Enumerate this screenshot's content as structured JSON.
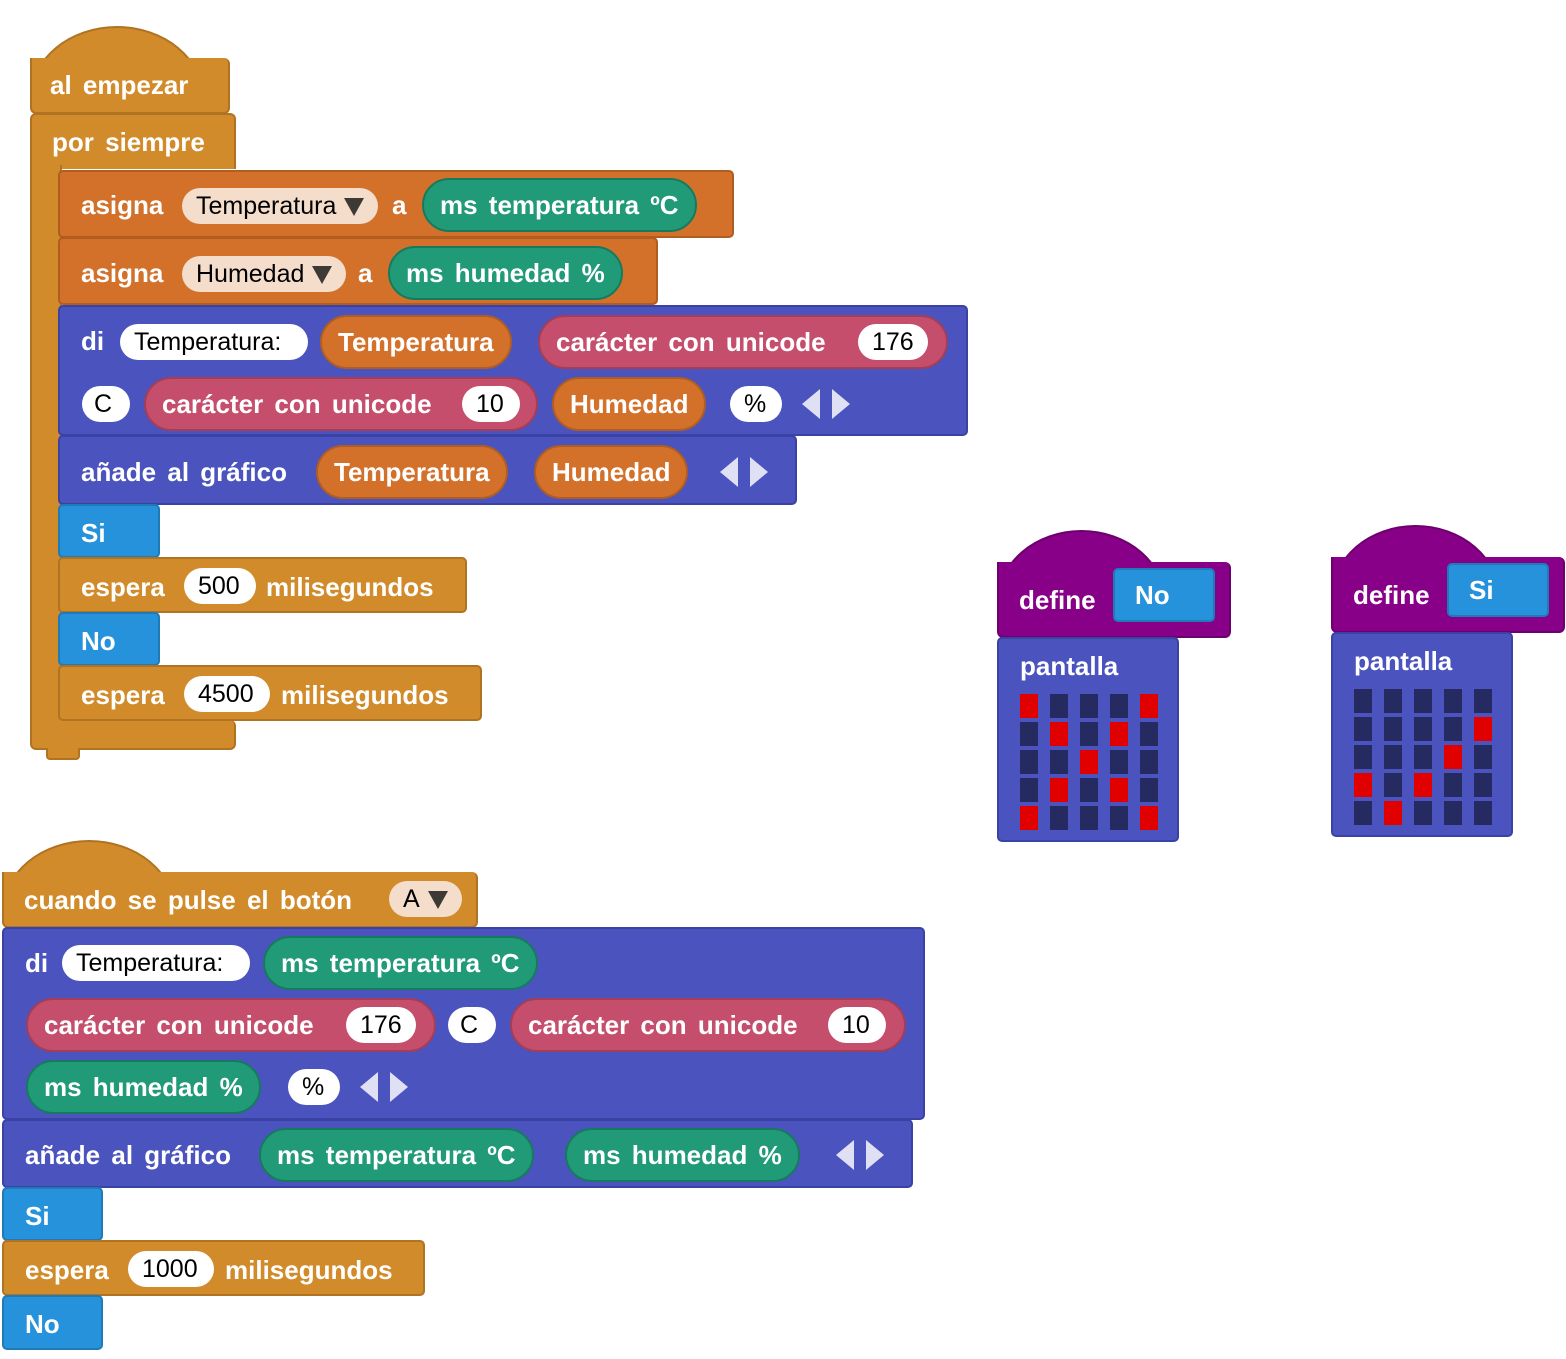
{
  "colors": {
    "control": "#d18b2a",
    "variables": "#d3712b",
    "basic": "#4a53be",
    "functions": "#2592db",
    "define": "#880088",
    "sensor": "#219a78",
    "text": "#c44e6c",
    "led_on": "#e00000",
    "led_off": "#252b60"
  },
  "script_start": {
    "hat_label": "al empezar",
    "forever_label": "por siempre",
    "set_temp": {
      "label": "asigna",
      "variable": "Temperatura",
      "to": "a",
      "value": "ms temperatura ºC"
    },
    "set_hum": {
      "label": "asigna",
      "variable": "Humedad",
      "to": "a",
      "value": "ms humedad %"
    },
    "say": {
      "label": "di",
      "text1": "Temperatura:",
      "var1": "Temperatura",
      "unicode1_label": "carácter con unicode",
      "unicode1_value": "176",
      "text2": "C",
      "unicode2_label": "carácter con unicode",
      "unicode2_value": "10",
      "var2": "Humedad",
      "text3": "%"
    },
    "plot": {
      "label": "añade al gráfico",
      "var1": "Temperatura",
      "var2": "Humedad"
    },
    "call_si": "Si",
    "wait1": {
      "label": "espera",
      "value": "500",
      "unit": "milisegundos"
    },
    "call_no": "No",
    "wait2": {
      "label": "espera",
      "value": "4500",
      "unit": "milisegundos"
    }
  },
  "script_button": {
    "hat_label": "cuando se pulse el botón",
    "button": "A",
    "say": {
      "label": "di",
      "text1": "Temperatura:",
      "sensor1": "ms temperatura ºC",
      "unicode1_label": "carácter con unicode",
      "unicode1_value": "176",
      "text2": "C",
      "unicode2_label": "carácter con unicode",
      "unicode2_value": "10",
      "sensor2": "ms humedad %",
      "text3": "%"
    },
    "plot": {
      "label": "añade al gráfico",
      "sensor1": "ms temperatura ºC",
      "sensor2": "ms humedad %"
    },
    "call_si": "Si",
    "wait": {
      "label": "espera",
      "value": "1000",
      "unit": "milisegundos"
    },
    "call_no": "No"
  },
  "define_no": {
    "label": "define",
    "name": "No",
    "screen_label": "pantalla",
    "leds": [
      [
        1,
        0,
        0,
        0,
        1
      ],
      [
        0,
        1,
        0,
        1,
        0
      ],
      [
        0,
        0,
        1,
        0,
        0
      ],
      [
        0,
        1,
        0,
        1,
        0
      ],
      [
        1,
        0,
        0,
        0,
        1
      ]
    ]
  },
  "define_si": {
    "label": "define",
    "name": "Si",
    "screen_label": "pantalla",
    "leds": [
      [
        0,
        0,
        0,
        0,
        0
      ],
      [
        0,
        0,
        0,
        0,
        1
      ],
      [
        0,
        0,
        0,
        1,
        0
      ],
      [
        1,
        0,
        1,
        0,
        0
      ],
      [
        0,
        1,
        0,
        0,
        0
      ]
    ]
  }
}
